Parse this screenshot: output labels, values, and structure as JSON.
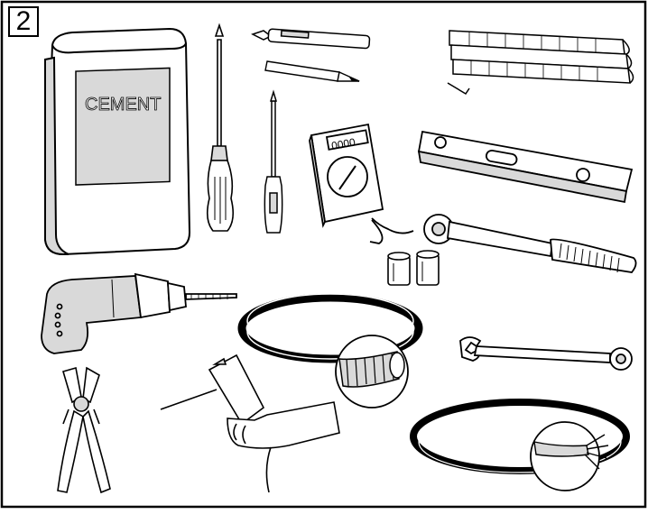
{
  "step": {
    "number": "2"
  },
  "cement_bag": {
    "label": "CEMENT"
  },
  "multimeter": {
    "display": "0000"
  },
  "colors": {
    "ink": "#000000",
    "shade": "#d9d9d9",
    "paper": "#ffffff"
  }
}
